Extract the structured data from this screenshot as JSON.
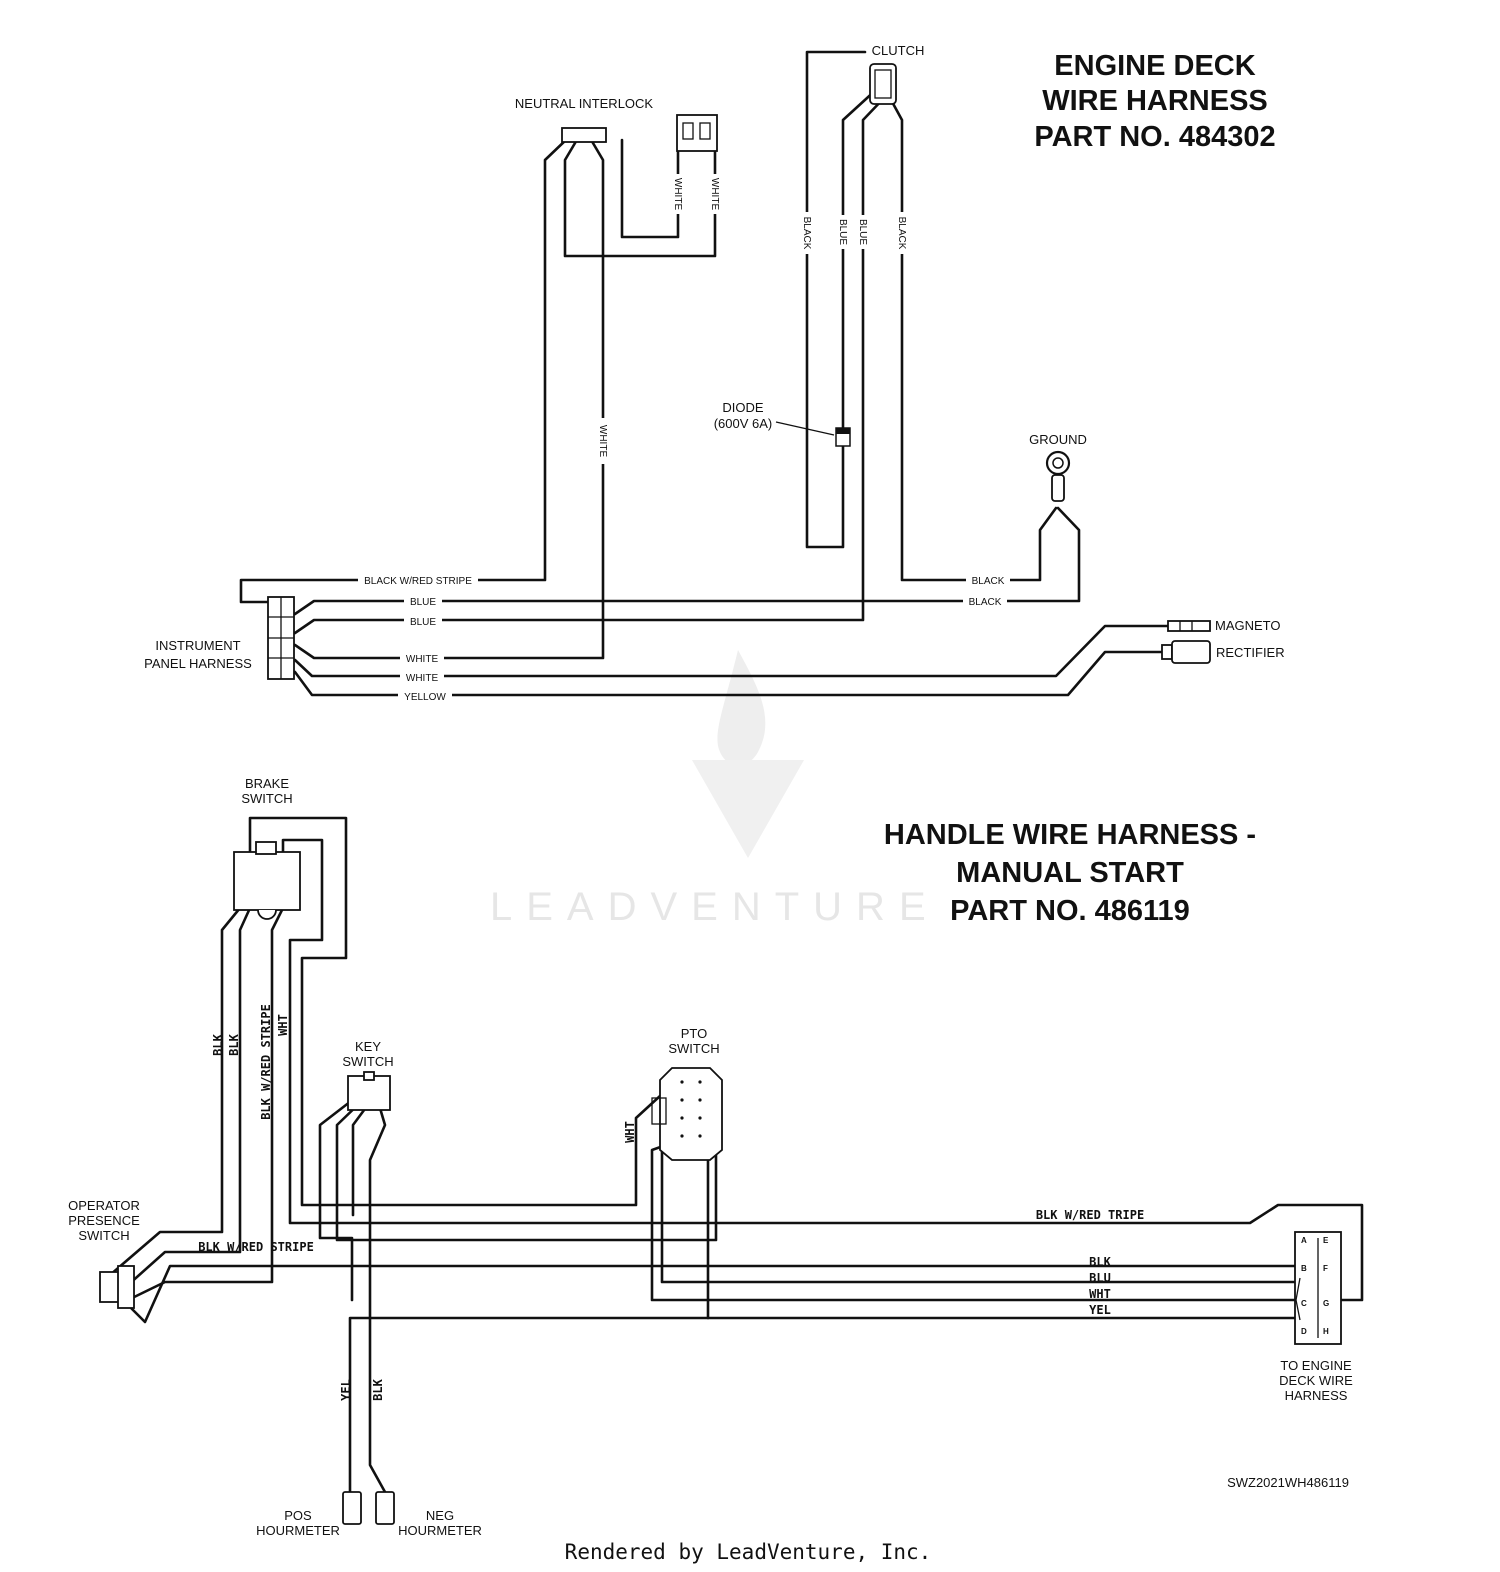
{
  "titles": {
    "engine_deck": [
      "ENGINE DECK",
      "WIRE HARNESS",
      "PART NO. 484302"
    ],
    "handle": [
      "HANDLE WIRE HARNESS -",
      "MANUAL START",
      "PART NO. 486119"
    ]
  },
  "engine_labels": {
    "neutral_interlock": "NEUTRAL INTERLOCK",
    "clutch": "CLUTCH",
    "diode": "DIODE",
    "diode_rating": "(600V 6A)",
    "ground": "GROUND",
    "instrument_panel": [
      "INSTRUMENT",
      "PANEL HARNESS"
    ],
    "magneto": "MAGNETO",
    "rectifier": "RECTIFIER"
  },
  "engine_wires": {
    "black_red_stripe": "BLACK W/RED STRIPE",
    "blue_1": "BLUE",
    "blue_2": "BLUE",
    "white_1": "WHITE",
    "white_2": "WHITE",
    "yellow": "YELLOW",
    "black_1": "BLACK",
    "black_2": "BLACK",
    "white_vertical": "WHITE",
    "interlock_white_1": "WHITE",
    "interlock_white_2": "WHITE",
    "clutch_black_1": "BLACK",
    "clutch_blue_1": "BLUE",
    "clutch_blue_2": "BLUE",
    "clutch_black_2": "BLACK"
  },
  "handle_labels": {
    "brake_switch": [
      "BRAKE",
      "SWITCH"
    ],
    "key_switch": [
      "KEY",
      "SWITCH"
    ],
    "pto_switch": [
      "PTO",
      "SWITCH"
    ],
    "operator_presence": [
      "OPERATOR",
      "PRESENCE",
      "SWITCH"
    ],
    "to_engine_deck": [
      "TO ENGINE",
      "DECK WIRE",
      "HARNESS"
    ],
    "pos_hourmeter": [
      "POS",
      "HOURMETER"
    ],
    "neg_hourmeter": [
      "NEG",
      "HOURMETER"
    ]
  },
  "handle_wires": {
    "blk_1": "BLK",
    "blk_2": "BLK",
    "blk_red_vertical": "BLK W/RED STRIPE",
    "wht_vertical": "WHT",
    "pto_wht": "WHT",
    "blk_red_tripe": "BLK W/RED  TRIPE",
    "blk_red_stripe": "BLK W/RED STRIPE",
    "blk": "BLK",
    "blu": "BLU",
    "wht": "WHT",
    "yel": "YEL",
    "hour_yel": "YEL",
    "hour_blk": "BLK"
  },
  "connector_pins": [
    "A",
    "B",
    "C",
    "D",
    "E",
    "F",
    "G",
    "H"
  ],
  "drawing_number": "SWZ2021WH486119",
  "watermark": "LEADVENTURE",
  "footer": "Rendered by LeadVenture, Inc."
}
